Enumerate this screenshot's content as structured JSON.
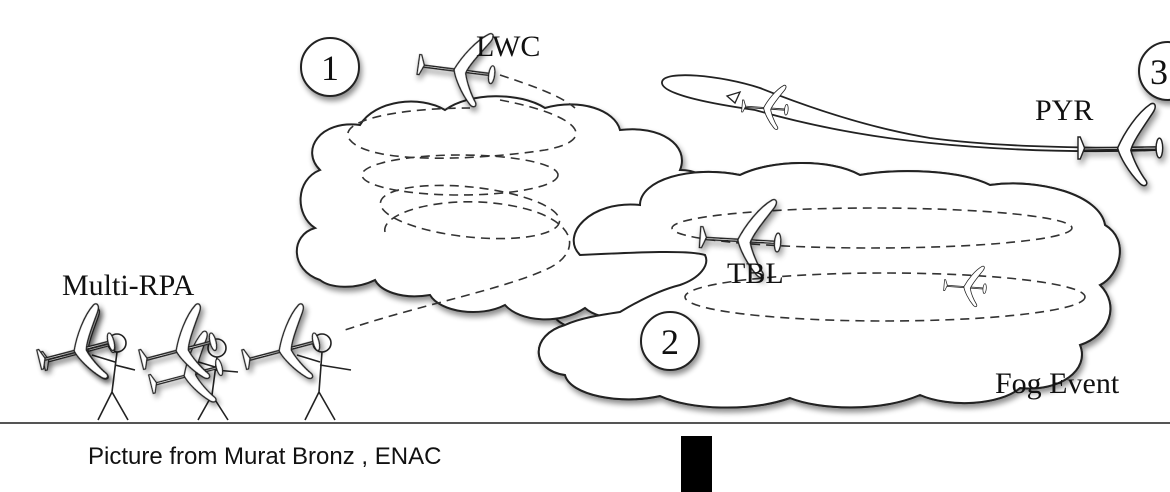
{
  "diagram": {
    "markers": {
      "one": "1",
      "two": "2",
      "three": "3"
    },
    "labels": {
      "lwc": "LWC",
      "pyr": "PYR",
      "tbl": "TBL",
      "multi_rpa": "Multi-RPA",
      "fog_event": "Fog Event"
    },
    "credit": "Picture from Murat Bronz , ENAC"
  }
}
